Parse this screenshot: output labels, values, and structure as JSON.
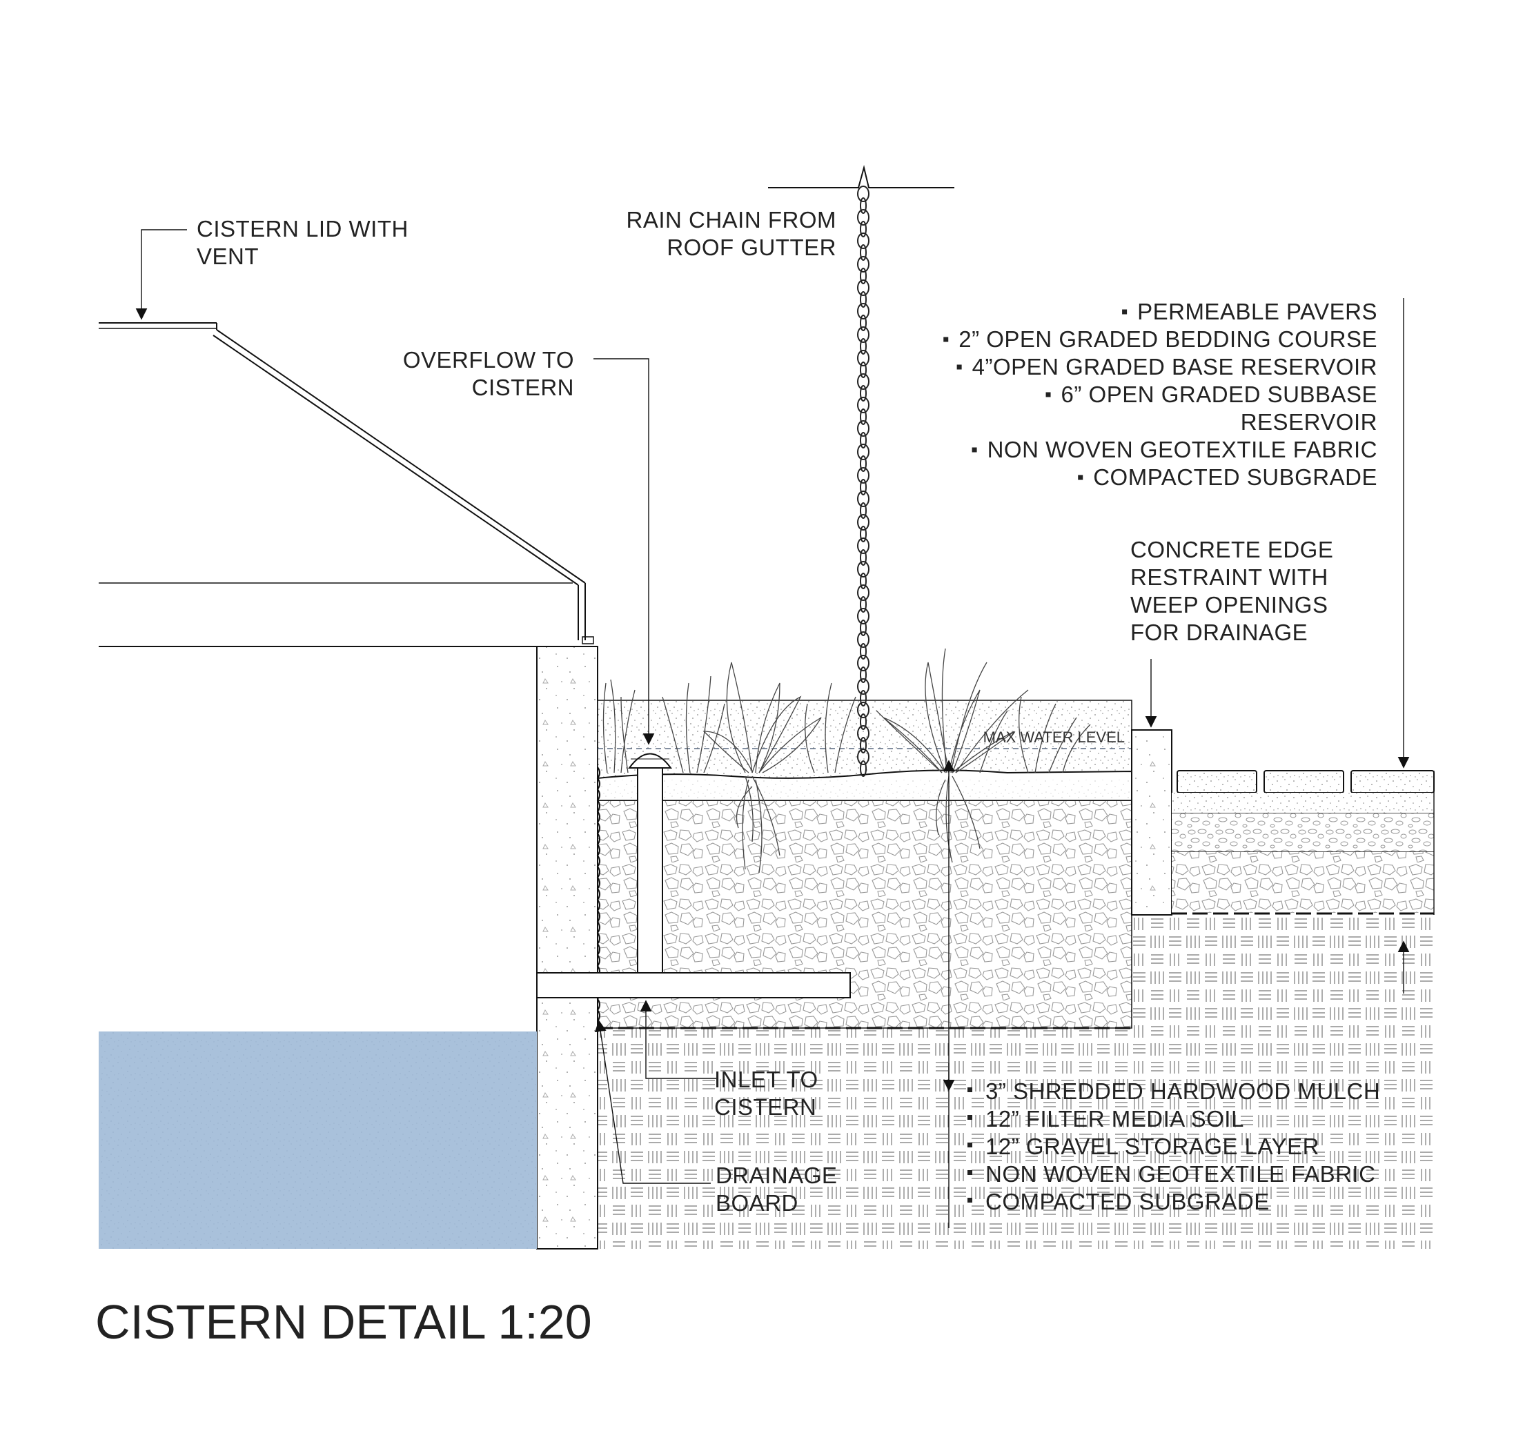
{
  "title": "CISTERN DETAIL 1:20",
  "labels": {
    "lid": [
      "CISTERN LID WITH",
      "VENT"
    ],
    "rain_chain": [
      "RAIN CHAIN FROM",
      "ROOF GUTTER"
    ],
    "overflow": [
      "OVERFLOW TO",
      "CISTERN"
    ],
    "edge": [
      "CONCRETE EDGE",
      "RESTRAINT WITH",
      "WEEP OPENINGS",
      "FOR DRAINAGE"
    ],
    "max_water": "MAX WATER LEVEL",
    "inlet": [
      "INLET TO",
      "CISTERN"
    ],
    "drainage_board": [
      "DRAINAGE",
      "BOARD"
    ]
  },
  "paver_layers": [
    "PERMEABLE PAVERS",
    "2” OPEN GRADED BEDDING COURSE",
    "4”OPEN GRADED BASE RESERVOIR",
    "6” OPEN GRADED SUBBASE",
    "RESERVOIR",
    "NON WOVEN GEOTEXTILE FABRIC",
    "COMPACTED SUBGRADE"
  ],
  "paver_bullets": [
    true,
    true,
    true,
    true,
    false,
    true,
    true
  ],
  "planter_layers": [
    "3” SHREDDED HARDWOOD MULCH",
    "12” FILTER MEDIA SOIL",
    "12” GRAVEL STORAGE LAYER",
    "NON WOVEN GEOTEXTILE FABRIC",
    "COMPACTED SUBGRADE"
  ],
  "colors": {
    "water": "#9db8d6",
    "line": "#111111",
    "text": "#222222"
  }
}
